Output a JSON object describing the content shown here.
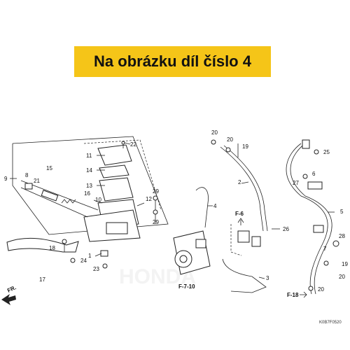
{
  "banner": {
    "text": "Na obrázku díl číslo 4",
    "color": "#f5c518"
  },
  "watermark": "HONDA",
  "diagram_code": "K0B7F0520",
  "callouts": {
    "c1": "1",
    "c2": "2",
    "c3": "3",
    "c4": "4",
    "c5": "5",
    "c6": "6",
    "c7": "7",
    "c8": "8",
    "c9": "9",
    "c10": "10",
    "c11": "11",
    "c12": "12",
    "c13": "13",
    "c14": "14",
    "c15": "15",
    "c16": "16",
    "c17": "17",
    "c18": "18",
    "c19a": "19",
    "c19b": "19",
    "c20a": "20",
    "c20b": "20",
    "c20c": "20",
    "c20d": "20",
    "c21": "21",
    "c22": "22",
    "c23": "23",
    "c24": "24",
    "c25": "25",
    "c26": "26",
    "c27": "27",
    "c28": "28",
    "c29a": "29",
    "c29b": "29"
  },
  "refs": {
    "f6": "F-6",
    "f710": "F-7-10",
    "f18": "F-18",
    "fr": "FR."
  }
}
